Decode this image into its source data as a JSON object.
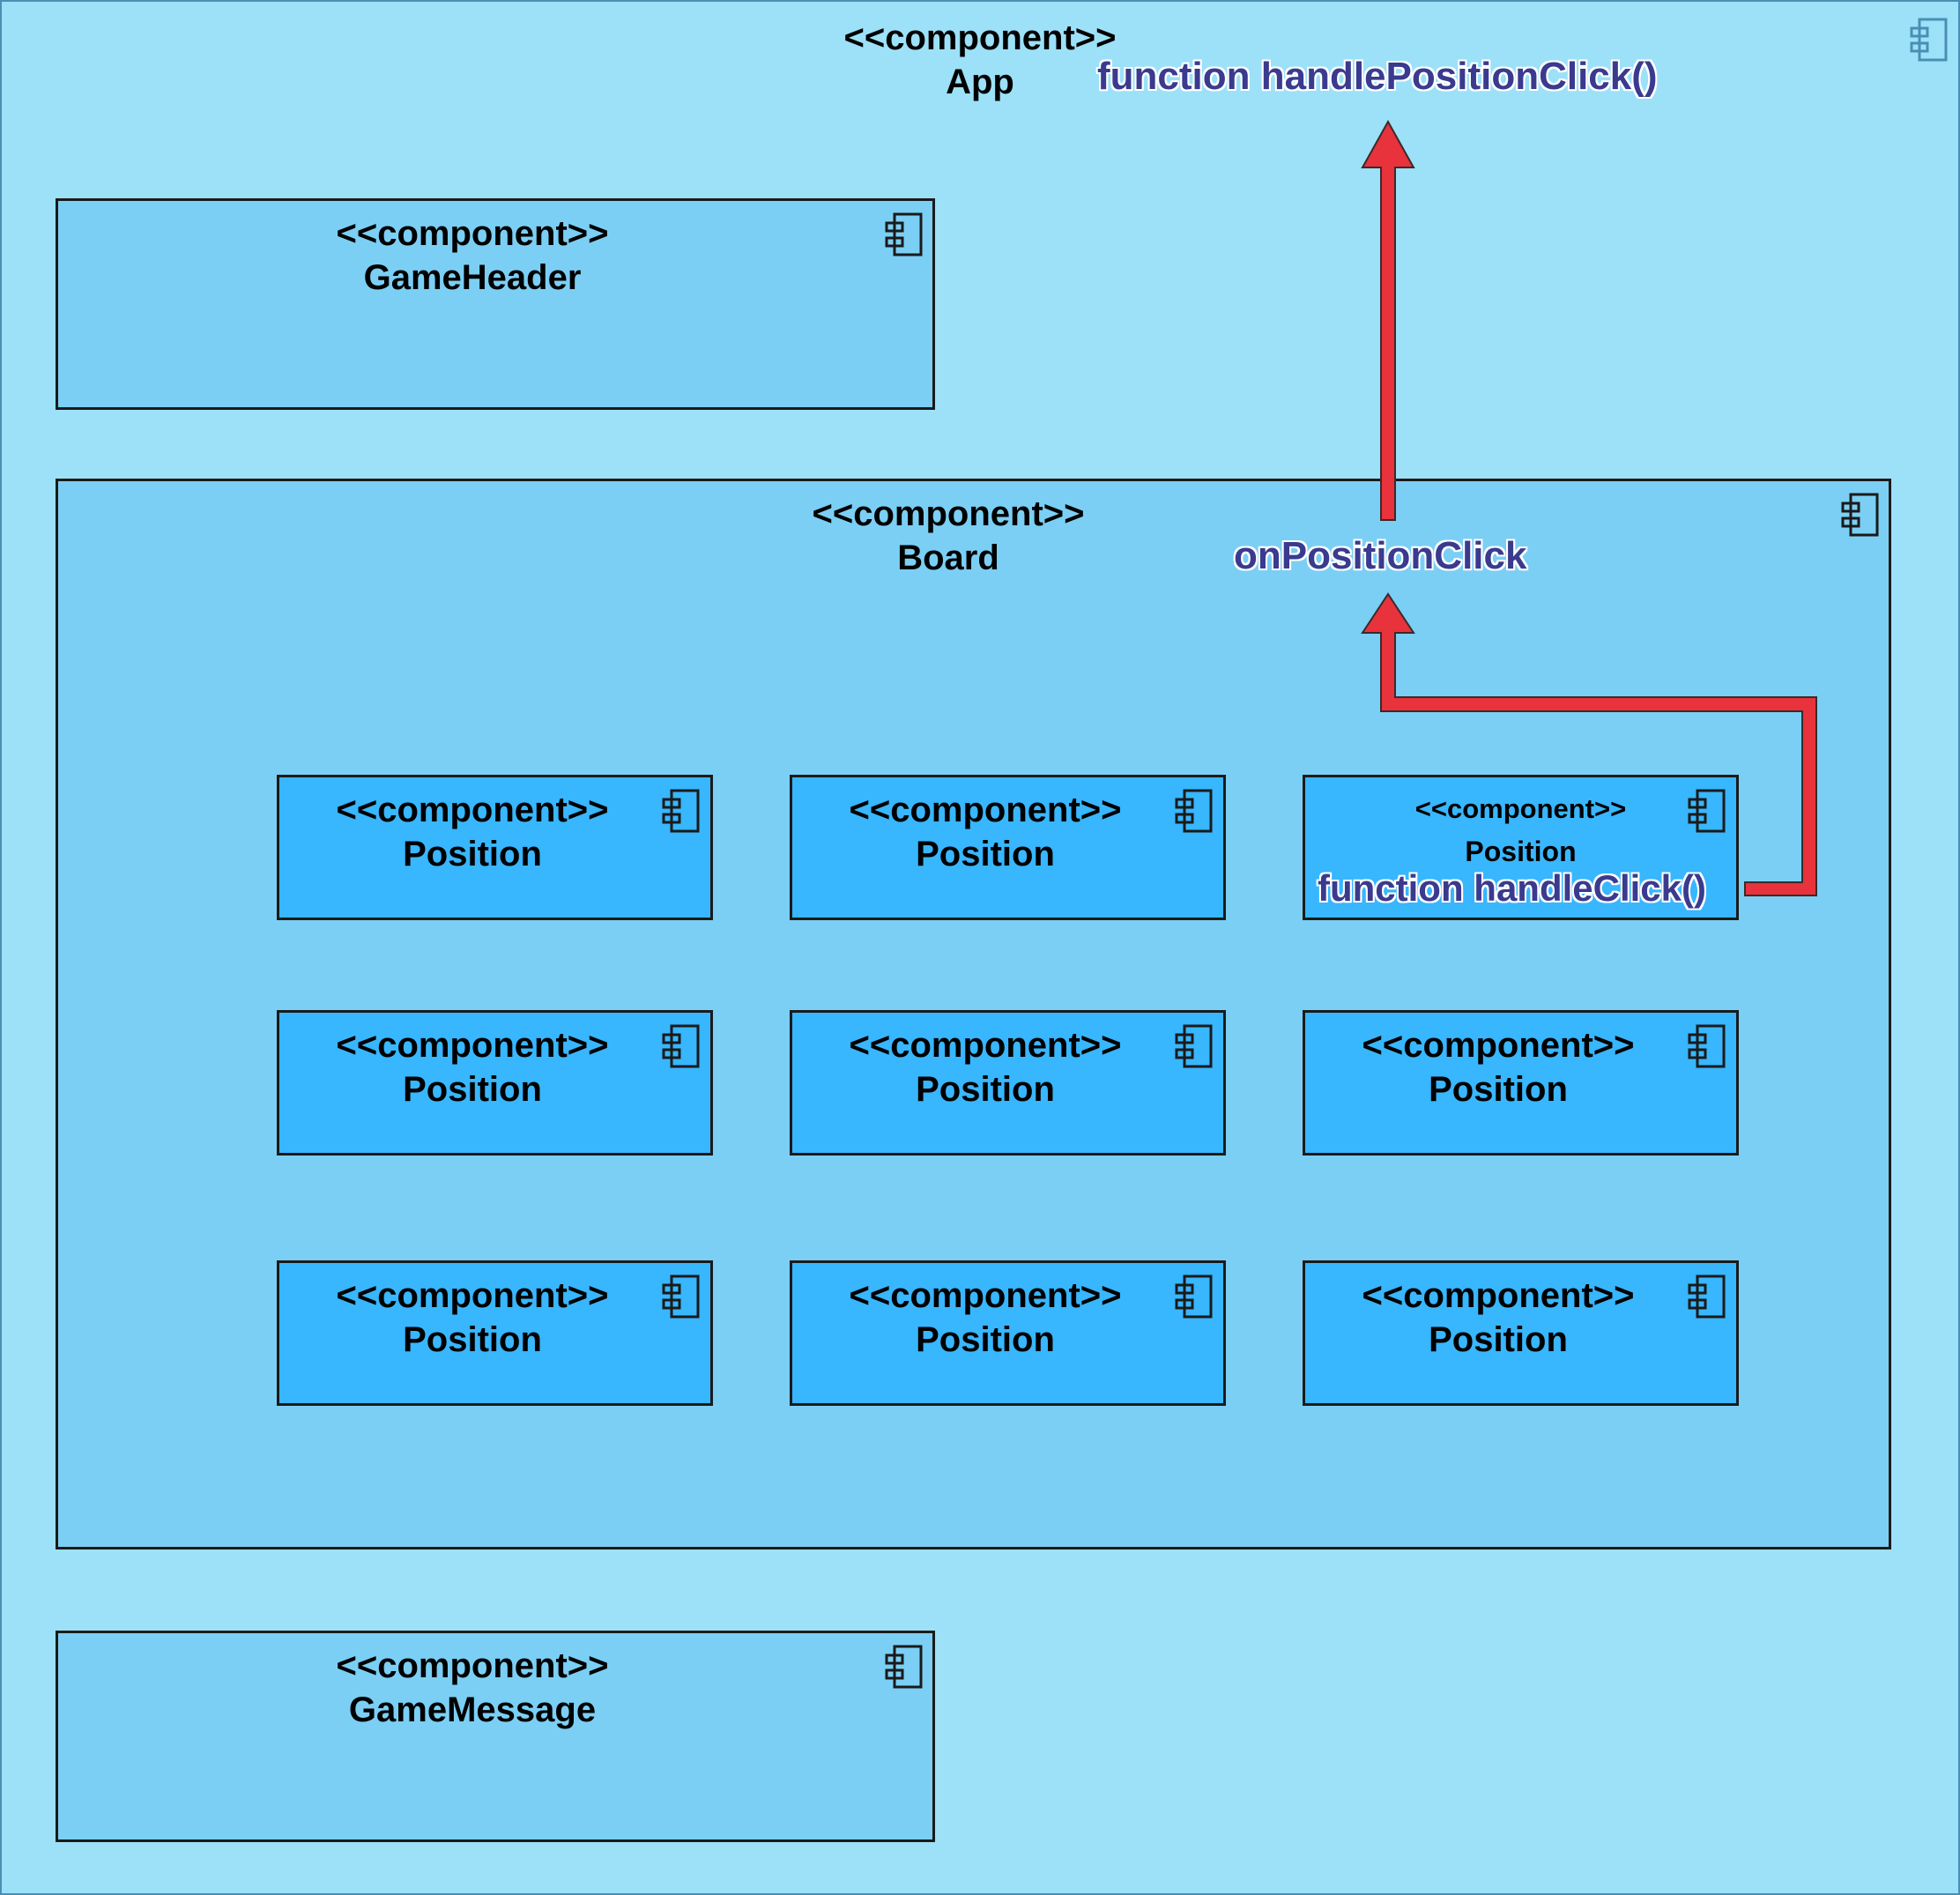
{
  "app": {
    "stereotype": "<<component>>",
    "name": "App",
    "function": "function handlePositionClick()"
  },
  "game_header": {
    "stereotype": "<<component>>",
    "name": "GameHeader"
  },
  "board": {
    "stereotype": "<<component>>",
    "name": "Board",
    "prop": "onPositionClick"
  },
  "game_message": {
    "stereotype": "<<component>>",
    "name": "GameMessage"
  },
  "positions": [
    {
      "stereotype": "<<component>>",
      "name": "Position"
    },
    {
      "stereotype": "<<component>>",
      "name": "Position"
    },
    {
      "stereotype": "<<component>>",
      "name": "Position",
      "function": "function handleClick()"
    },
    {
      "stereotype": "<<component>>",
      "name": "Position"
    },
    {
      "stereotype": "<<component>>",
      "name": "Position"
    },
    {
      "stereotype": "<<component>>",
      "name": "Position"
    },
    {
      "stereotype": "<<component>>",
      "name": "Position"
    },
    {
      "stereotype": "<<component>>",
      "name": "Position"
    },
    {
      "stereotype": "<<component>>",
      "name": "Position"
    }
  ],
  "icons": {
    "component": "component-icon"
  },
  "colors": {
    "app_fill": "#9CE1F8",
    "container_fill": "#7BCFF4",
    "position_fill": "#38B6FE",
    "arrow": "#E8323C",
    "function_text": "#3A3A8F"
  }
}
